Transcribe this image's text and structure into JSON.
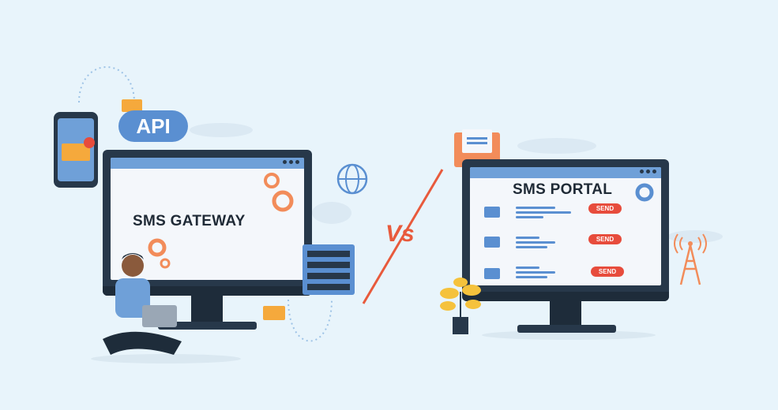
{
  "api_label": "API",
  "left": {
    "title": "SMS GATEWAY"
  },
  "vs_label": "Vs",
  "right": {
    "title": "SMS PORTAL",
    "rows": [
      {
        "button": "SEND"
      },
      {
        "button": "SEND"
      },
      {
        "button": "SEND"
      }
    ]
  },
  "colors": {
    "background": "#e8f4fb",
    "accent_blue": "#5a8fd1",
    "accent_orange": "#f28c5a",
    "send_red": "#e74c3c",
    "monitor_dark": "#27384a"
  }
}
